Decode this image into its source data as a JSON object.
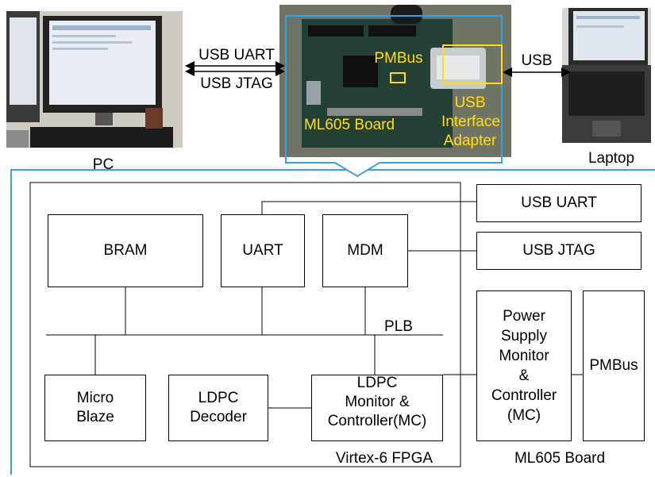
{
  "photos": {
    "pc": {
      "caption": "PC"
    },
    "board": {
      "pmbus": "PMBus",
      "board_name": "ML605 Board",
      "usb_adapter": [
        "USB",
        "Interface",
        "Adapter"
      ]
    },
    "laptop": {
      "caption": "Laptop"
    }
  },
  "links": {
    "usb_uart": "USB UART",
    "usb_jtag": "USB JTAG",
    "usb": "USB"
  },
  "diagram": {
    "fpga_label": "Virtex-6 FPGA",
    "board_label": "ML605 Board",
    "bus_label": "PLB",
    "blocks": {
      "bram": "BRAM",
      "uart": "UART",
      "mdm": "MDM",
      "microblaze": [
        "Micro",
        "Blaze"
      ],
      "ldpc_decoder": [
        "LDPC",
        "Decoder"
      ],
      "ldpc_mc": [
        "LDPC",
        "Monitor &",
        "Controller(MC)"
      ],
      "usb_uart": "USB UART",
      "usb_jtag": "USB JTAG",
      "psmc": [
        "Power",
        "Supply",
        "Monitor",
        "&",
        "Controller",
        "(MC)"
      ],
      "pmbus": "PMBus"
    }
  },
  "colors": {
    "accent_blue": "#3aa0e0",
    "label_yellow": "#ffe000"
  }
}
